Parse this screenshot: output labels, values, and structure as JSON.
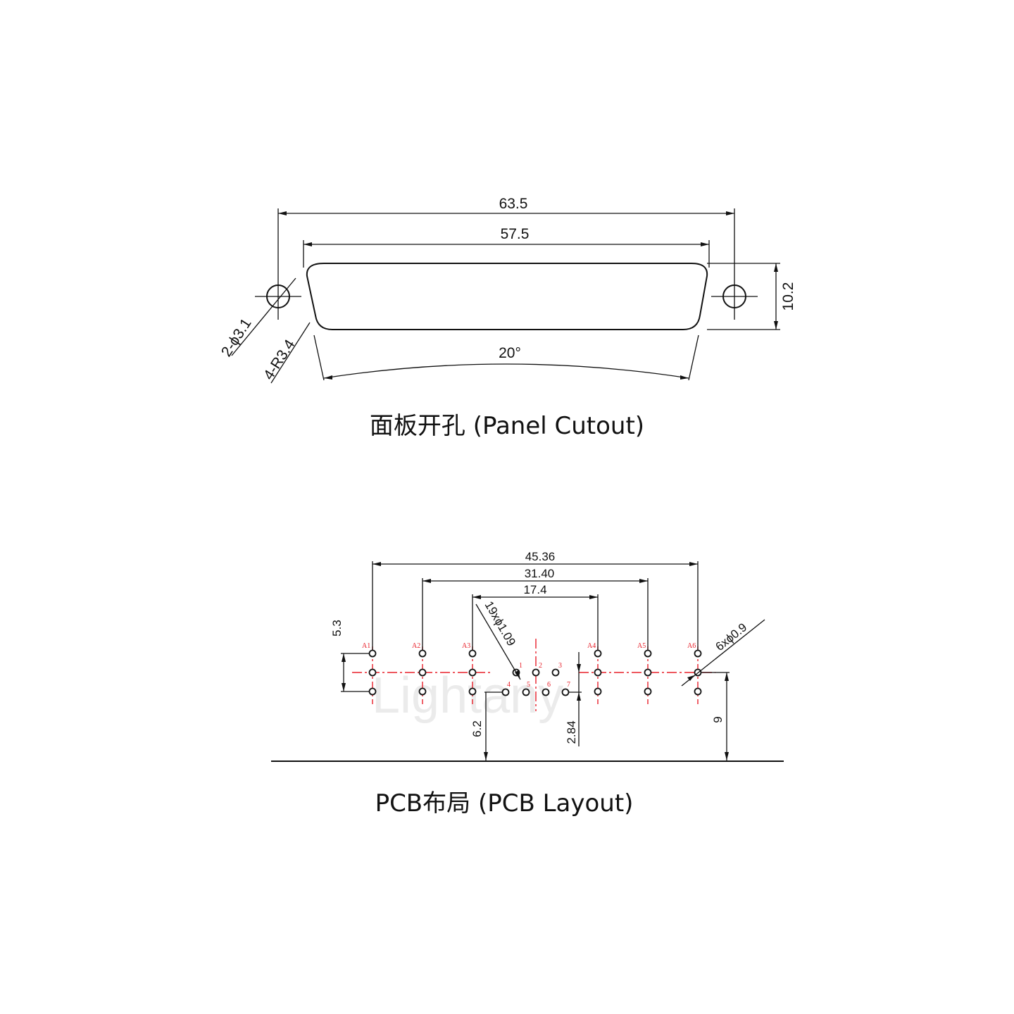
{
  "panel_cutout": {
    "dim_overall": "63.5",
    "dim_body": "57.5",
    "dim_height": "10.2",
    "dim_angle": "20°",
    "dim_holes": "2-ϕ3.1",
    "dim_radius": "4-R3.4",
    "caption": "面板开孔 (Panel Cutout)"
  },
  "pcb_layout": {
    "dim_a1_a6": "45.36",
    "dim_a2_a5": "31.40",
    "dim_a3_a4": "17.4",
    "dim_signal_holes": "19xϕ1.09",
    "dim_coax_holes": "6xϕ0.9",
    "dim_vertical_left": "5.3",
    "dim_row_a": "6.2",
    "dim_row_b": "2.84",
    "dim_edge": "9",
    "coax_labels": [
      "A1",
      "A2",
      "A3",
      "A4",
      "A5",
      "A6"
    ],
    "pin_labels": [
      "1",
      "2",
      "3",
      "4",
      "5",
      "6",
      "7"
    ],
    "caption": "PCB布局 (PCB Layout)"
  },
  "watermark": "Lightany",
  "colors": {
    "line": "#111111",
    "centerline": "#e8202a",
    "background": "#ffffff"
  }
}
